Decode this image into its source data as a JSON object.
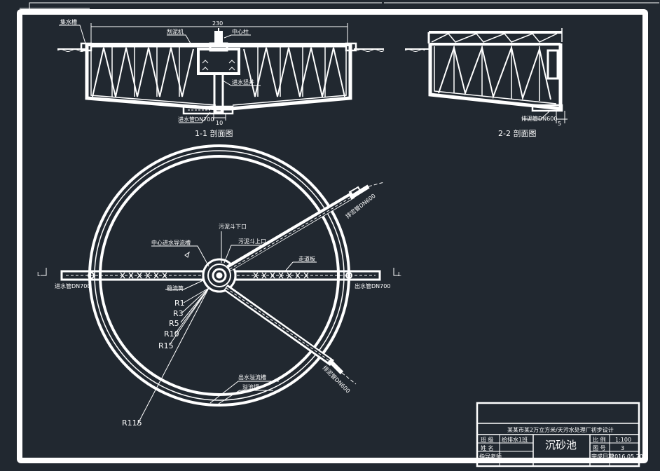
{
  "colors": {
    "background": "#212830",
    "lines": "#ffffff"
  },
  "section11": {
    "caption": "1-1 剖面图",
    "dim_width": "230",
    "dim_pipe": "10",
    "labels": {
      "trough": "集水槽",
      "scraper": "刮泥机",
      "column": "中心柱",
      "inlet_well": "进水竖井",
      "inlet_pipe": "进水管DN700"
    }
  },
  "section22": {
    "caption": "2-2 剖面图",
    "dim_pipe": "5",
    "labels": {
      "sludge_pipe": "排泥管DN600"
    }
  },
  "plan": {
    "section_mark": "L",
    "labels": {
      "hopper_bottom": "污泥斗下口",
      "center_trough": "中心进水导流槽",
      "hopper_top": "污泥斗上口",
      "walkway": "走道板",
      "inlet_pipe": "进水管DN700",
      "outlet_pipe": "出水管DN700",
      "baffle": "稳流筒",
      "effluent_trough": "出水溢流槽",
      "weir": "溢流堰",
      "pipe_upper": "排泥管DN600",
      "pipe_lower": "排泥管DN600"
    },
    "radii": [
      "R1",
      "R3",
      "R5",
      "R10",
      "R15",
      "R115"
    ]
  },
  "titleblock": {
    "project": "某某市某2万立方米/天污水处理厂初步设计",
    "drawing_name": "沉砂池",
    "rows": [
      {
        "k1": "班 级",
        "v1": "给排水1班",
        "k2": "比 例",
        "v2": "1:100"
      },
      {
        "k1": "姓 名",
        "v1": "",
        "k2": "图 号",
        "v2": "3"
      },
      {
        "k1": "指导老师",
        "v1": "",
        "k2": "完成日期",
        "v2": "2016.05.20"
      }
    ]
  }
}
